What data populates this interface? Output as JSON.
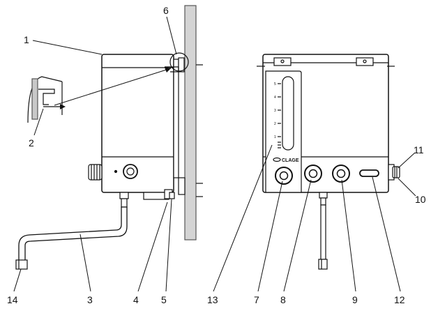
{
  "diagram": {
    "labels": {
      "n1": "1",
      "n2": "2",
      "n3": "3",
      "n4": "4",
      "n5": "5",
      "n6": "6",
      "n7": "7",
      "n8": "8",
      "n9": "9",
      "n10": "10",
      "n11": "11",
      "n12": "12",
      "n13": "13",
      "n14": "14"
    },
    "brand": "CLAGE",
    "scale_ticks": [
      "5",
      "4",
      "3",
      "2",
      "1"
    ]
  }
}
